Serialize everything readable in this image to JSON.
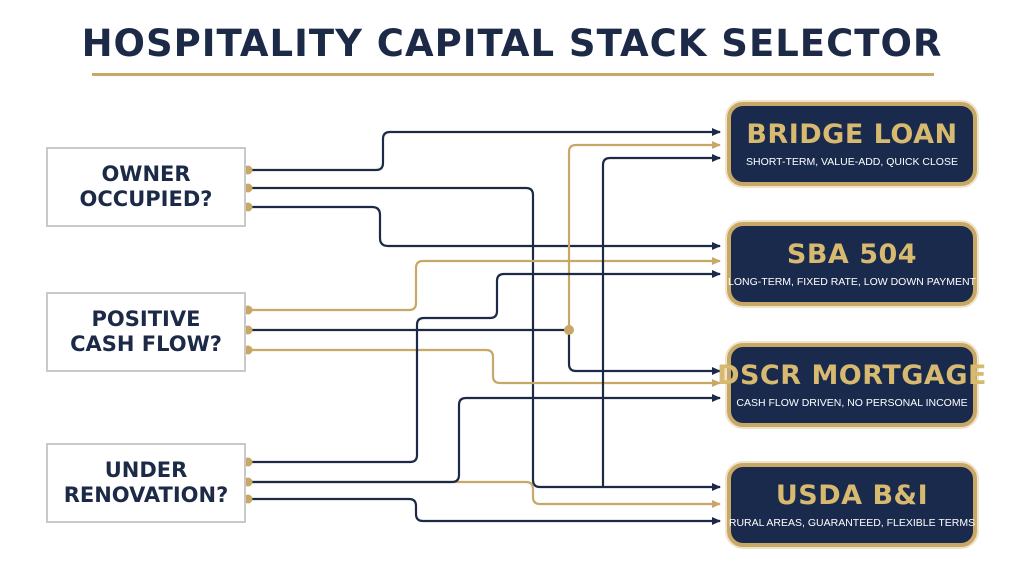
{
  "title": "HOSPITALITY CAPITAL STACK SELECTOR",
  "colors": {
    "navy": "#1c2a48",
    "gold": "#c8a866",
    "outcome_bg": "#1a2a4c",
    "outcome_title": "#d7b96f"
  },
  "questions": [
    {
      "label": "OWNER\nOCCUPIED?"
    },
    {
      "label": "POSITIVE\nCASH FLOW?"
    },
    {
      "label": "UNDER\nRENOVATION?"
    }
  ],
  "outcomes": [
    {
      "title": "BRIDGE LOAN",
      "subtitle": "SHORT-TERM, VALUE-ADD, QUICK CLOSE"
    },
    {
      "title": "SBA 504",
      "subtitle": "LONG-TERM, FIXED RATE, LOW DOWN PAYMENT"
    },
    {
      "title": "DSCR MORTGAGE",
      "subtitle": "CASH FLOW DRIVEN, NO PERSONAL INCOME"
    },
    {
      "title": "USDA B&I",
      "subtitle": "RURAL AREAS, GUARANTEED, FLEXIBLE TERMS"
    }
  ]
}
